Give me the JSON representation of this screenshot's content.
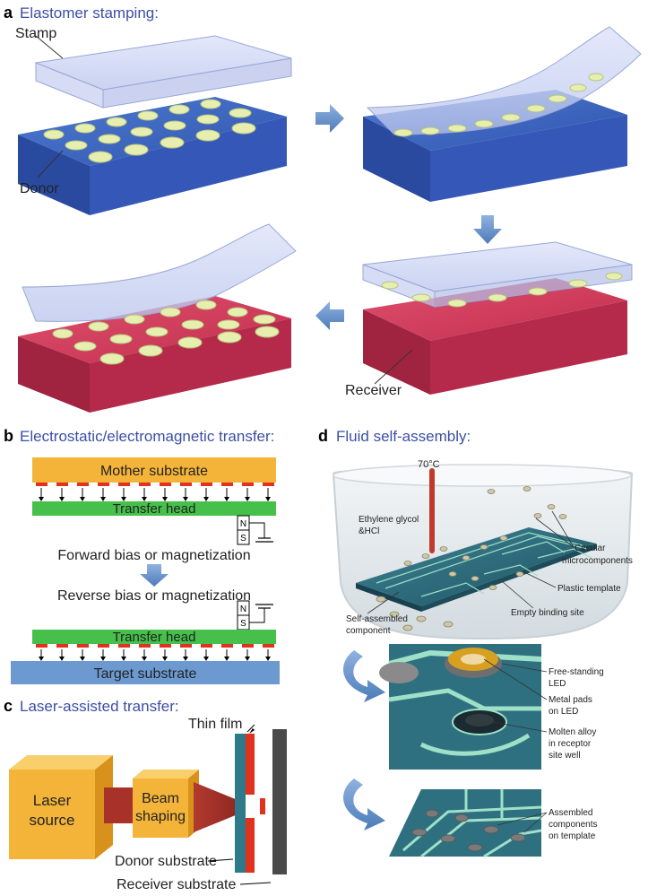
{
  "panel_a": {
    "letter": "a",
    "title": "Elastomer stamping:",
    "labels": {
      "stamp": "Stamp",
      "donor": "Donor",
      "receiver": "Receiver"
    }
  },
  "panel_b": {
    "letter": "b",
    "title": "Electrostatic/electromagnetic transfer:",
    "mother_substrate": "Mother substrate",
    "transfer_head_1": "Transfer head",
    "forward_text": "Forward bias or magnetization",
    "reverse_text": "Reverse bias or magnetization",
    "transfer_head_2": "Transfer head",
    "target_substrate": "Target substrate",
    "magnet_n": "N",
    "magnet_s": "S"
  },
  "panel_c": {
    "letter": "c",
    "title": "Laser-assisted transfer:",
    "laser_line1": "Laser",
    "laser_line2": "source",
    "beam_line1": "Beam",
    "beam_line2": "shaping",
    "thin_film": "Thin film",
    "donor_substrate": "Donor substrate",
    "receiver_substrate": "Receiver substrate"
  },
  "panel_d": {
    "letter": "d",
    "title": "Fluid self-assembly:",
    "temperature": "70°C",
    "solution_line1": "Ethylene glycol",
    "solution_line2": "&HCl",
    "circular_line1": "Circular",
    "circular_line2": "microcomponents",
    "plastic_template": "Plastic template",
    "empty_binding_site": "Empty binding site",
    "self_assembled_line1": "Self-assembled",
    "self_assembled_line2": "component",
    "free_standing_line1": "Free-standing",
    "free_standing_line2": "LED",
    "metal_pads_line1": "Metal pads",
    "metal_pads_line2": "on LED",
    "molten_line1": "Molten alloy",
    "molten_line2": "in receptor",
    "molten_line3": "site well",
    "assembled_line1": "Assembled",
    "assembled_line2": "components",
    "assembled_line3": "on template"
  },
  "colors": {
    "title_blue": "#3c4fa3",
    "donor_blue": "#3f6bc4",
    "receiver_red": "#d03a5a",
    "stamp": "#c9d2f2",
    "chip": "#e6efb0",
    "mother_orange": "#f4b43a",
    "head_green": "#46c04a",
    "pad_red": "#e0321e",
    "target_blue": "#6c9ad0",
    "laser_orange": "#f4b43a",
    "beam_red": "#a8322a",
    "donor_teal": "#2f7a8a",
    "receiver_gray": "#4a4a4a",
    "arrow_blue": "#5a86c0",
    "template_teal": "#2a6a7a"
  }
}
